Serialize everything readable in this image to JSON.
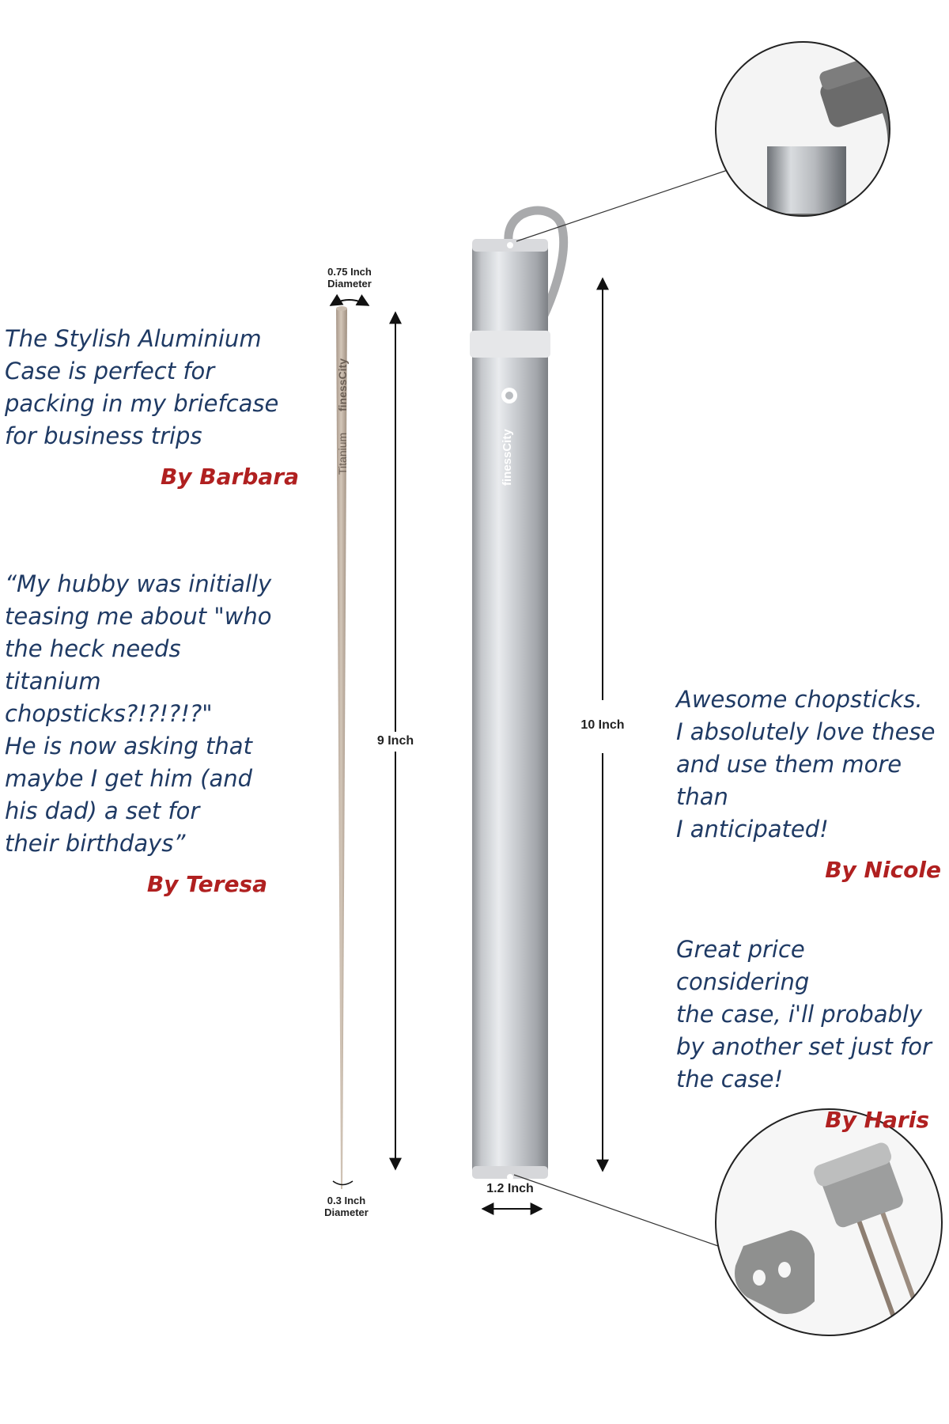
{
  "reviews": [
    {
      "text": "The Stylish Aluminium\nCase is perfect for\npacking in my briefcase\nfor business trips",
      "author": "By Barbara"
    },
    {
      "text": "“My hubby was initially\nteasing me about \"who\nthe heck needs titanium\nchopsticks?!?!?!?\"\nHe is now asking that\nmaybe I get him (and\nhis dad) a set for\ntheir birthdays”",
      "author": "By Teresa"
    },
    {
      "text": "Awesome chopsticks.\nI absolutely love these\nand use them more than\nI anticipated!",
      "author": "By Nicole"
    },
    {
      "text": "Great price considering\nthe case, i'll probably\nby another set just for\nthe case!",
      "author": "By Haris"
    }
  ],
  "dimensions": {
    "top_diameter": "0.75 Inch\nDiameter",
    "bottom_diameter": "0.3 Inch\nDiameter",
    "stick_length": "9 Inch",
    "case_length": "10 Inch",
    "case_width": "1.2 Inch"
  },
  "product": {
    "stick_engraving_material": "Titanium",
    "stick_engraving_brand": "finessCity",
    "case_brand": "finessCity"
  }
}
